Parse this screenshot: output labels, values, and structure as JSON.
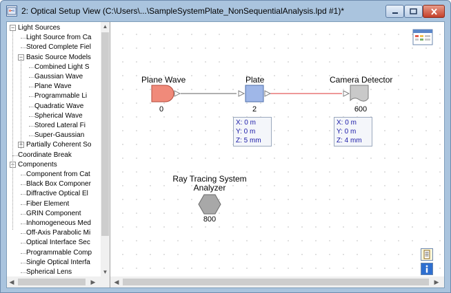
{
  "window": {
    "title": "2: Optical Setup View (C:\\Users\\...\\SampleSystemPlate_NonSequentialAnalysis.lpd #1)*"
  },
  "tree": {
    "items": [
      {
        "label": "Light Sources",
        "level": 0,
        "expander": "−"
      },
      {
        "label": "Light Source from Ca",
        "level": 1
      },
      {
        "label": "Stored Complete Fiel",
        "level": 1
      },
      {
        "label": "Basic Source Models",
        "level": 1,
        "expander": "−"
      },
      {
        "label": "Combined Light S",
        "level": 2
      },
      {
        "label": "Gaussian Wave",
        "level": 2
      },
      {
        "label": "Plane Wave",
        "level": 2
      },
      {
        "label": "Programmable Li",
        "level": 2
      },
      {
        "label": "Quadratic Wave",
        "level": 2
      },
      {
        "label": "Spherical Wave",
        "level": 2
      },
      {
        "label": "Stored Lateral Fi",
        "level": 2
      },
      {
        "label": "Super-Gaussian",
        "level": 2
      },
      {
        "label": "Partially Coherent So",
        "level": 1,
        "expander": "+"
      },
      {
        "label": "Coordinate Break",
        "level": 0
      },
      {
        "label": "Components",
        "level": 0,
        "expander": "−"
      },
      {
        "label": "Component from Cat",
        "level": 1
      },
      {
        "label": "Black Box Componer",
        "level": 1
      },
      {
        "label": "Diffractive Optical El",
        "level": 1
      },
      {
        "label": "Fiber Element",
        "level": 1
      },
      {
        "label": "GRIN Component",
        "level": 1
      },
      {
        "label": "Inhomogeneous Med",
        "level": 1
      },
      {
        "label": "Off-Axis Parabolic Mi",
        "level": 1
      },
      {
        "label": "Optical Interface Sec",
        "level": 1
      },
      {
        "label": "Programmable Comp",
        "level": 1
      },
      {
        "label": "Single Optical Interfa",
        "level": 1
      },
      {
        "label": "Spherical Lens",
        "level": 1
      }
    ]
  },
  "canvas": {
    "nodes": {
      "plane_wave": {
        "label": "Plane Wave",
        "number": "0"
      },
      "plate": {
        "label": "Plate",
        "number": "2",
        "coords": [
          "X: 0 m",
          "Y: 0 m",
          "Z: 5 mm"
        ]
      },
      "camera": {
        "label": "Camera Detector",
        "number": "600",
        "coords": [
          "X: 0 m",
          "Y: 0 m",
          "Z: 4 mm"
        ]
      },
      "analyzer": {
        "label_line1": "Ray Tracing System",
        "label_line2": "Analyzer",
        "number": "800"
      }
    }
  },
  "colors": {
    "source": "#f08a7a",
    "component": "#9fb7e8",
    "detector": "#c9c9c9",
    "analyzer": "#a8a8a8",
    "link_gray": "#808080",
    "link_red": "#e35a5a"
  },
  "icons": {
    "title": "optical-setup-icon",
    "minimize": "minimize-icon",
    "maximize": "maximize-icon",
    "close": "close-icon",
    "table": "table-icon",
    "document": "document-icon",
    "info": "info-icon"
  }
}
